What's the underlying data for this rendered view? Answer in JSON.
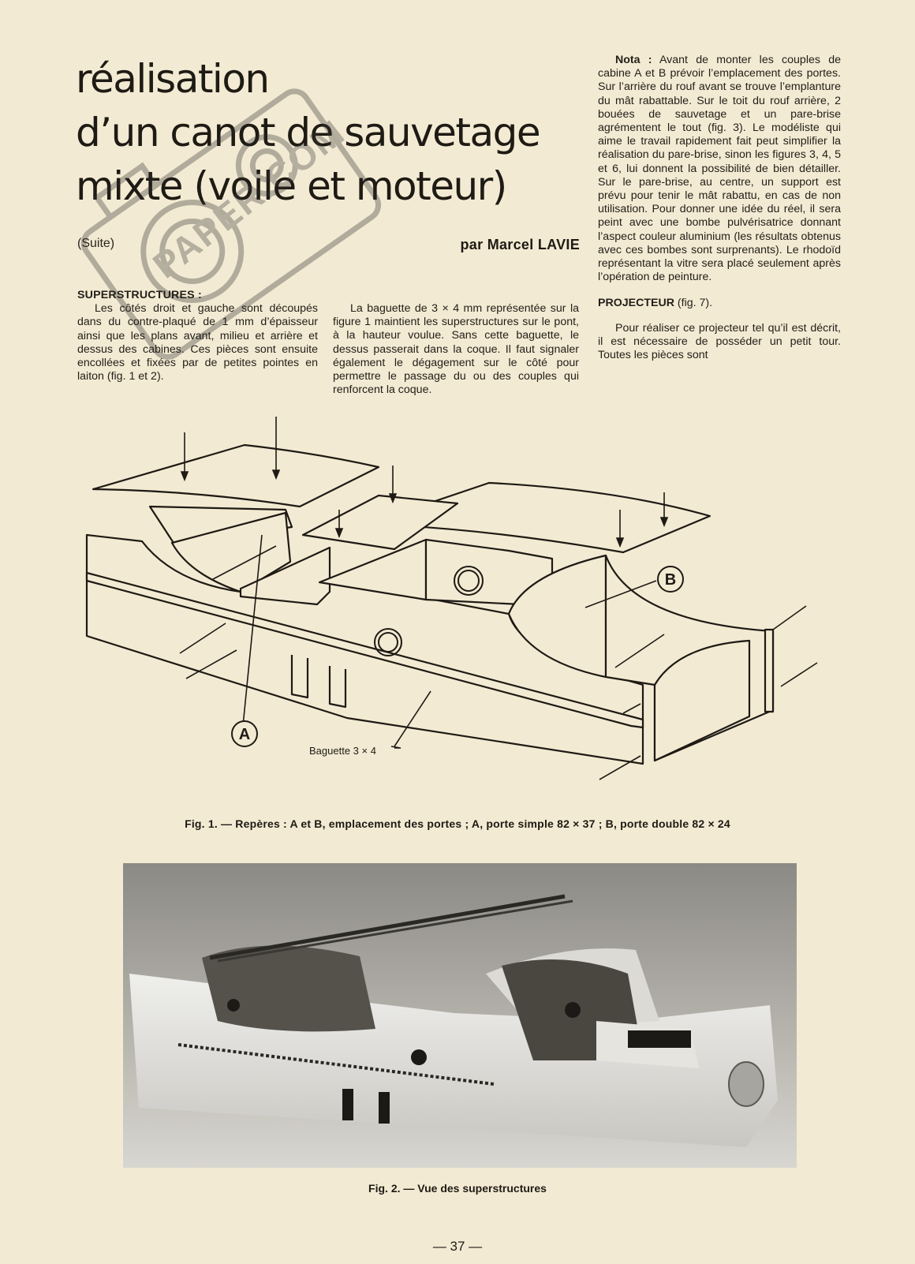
{
  "article": {
    "title_lines": [
      "réalisation",
      "d’un canot de sauvetage",
      "mixte (voile et moteur)"
    ],
    "suite": "(Suite)",
    "byline": "par Marcel LAVIE"
  },
  "watermark": {
    "text": "PAPER.COM"
  },
  "col1": {
    "heading": "SUPERSTRUCTURES :",
    "text": "Les côtés droit et gauche sont découpés dans du contre-plaqué de 1 mm d’épaisseur ainsi que les plans avant, milieu et arrière et dessus des cabines. Ces pièces sont ensuite encollées et fixées par de petites pointes en laiton (fig. 1 et 2)."
  },
  "col2": {
    "text": "La baguette de 3 × 4 mm représentée sur la figure 1 maintient les superstructures sur le pont, à la hauteur voulue. Sans cette baguette, le dessus passerait dans la coque. Il faut signaler également le dégagement sur le côté pour permettre le passage du ou des couples qui renforcent la coque."
  },
  "col3": {
    "nota_label": "Nota :",
    "nota_text": " Avant de monter les couples de cabine A et B prévoir l’emplacement des portes. Sur l’arrière du rouf avant se trouve l’emplanture du mât rabattable. Sur le toit du rouf arrière, 2 bouées de sauvetage et un pare-brise agrémentent le tout (fig. 3). Le modéliste qui aime le travail rapidement fait peut simplifier la réalisation du pare-brise, sinon les figures 3, 4, 5 et 6, lui donnent la possibilité de bien détailler. Sur le pare-brise, au centre, un support est prévu pour tenir le mât rabattu, en cas de non utilisation. Pour donner une idée du réel, il sera peint avec une bombe pulvérisatrice donnant l’aspect couleur aluminium (les résultats obtenus avec ces bombes sont surprenants). Le rhodoïd représentant la vitre sera placé seulement après l’opération de peinture.",
    "subheading": "PROJECTEUR",
    "subheading_ref": " (fig. 7).",
    "text2": "Pour réaliser ce projecteur tel qu’il est décrit, il est nécessaire de posséder un petit tour. Toutes les pièces sont"
  },
  "figure1": {
    "label_a": "A",
    "label_b": "B",
    "baguette_label": "Baguette 3 × 4",
    "caption": "Fig. 1. — Repères : A et B, emplacement des portes ; A, porte simple 82 × 37 ; B, porte double 82 × 24"
  },
  "figure2": {
    "caption": "Fig. 2. — Vue des superstructures"
  },
  "page_number": "— 37 —"
}
